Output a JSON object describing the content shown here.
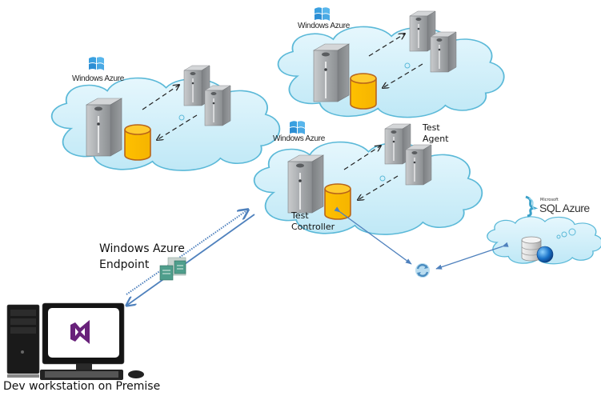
{
  "diagram": {
    "title": "Windows Azure load test topology",
    "clouds": [
      {
        "id": "cloud-top-left",
        "provider_label": "Windows Azure"
      },
      {
        "id": "cloud-top-right",
        "provider_label": "Windows Azure"
      },
      {
        "id": "cloud-middle",
        "provider_label": "Windows Azure",
        "controller_label_line1": "Test",
        "controller_label_line2": "Controller",
        "agent_label_line1": "Test",
        "agent_label_line2": "Agent"
      }
    ],
    "sql_cloud": {
      "vendor_label": "Microsoft",
      "product_label": "SQL Azure"
    },
    "endpoint": {
      "label_line1": "Windows Azure",
      "label_line2": "Endpoint"
    },
    "workstation": {
      "label": "Dev workstation on Premise"
    },
    "colors": {
      "cloud_fill": "#cdeef9",
      "cloud_stroke": "#5bb9d8",
      "database_fill": "#ffc000",
      "database_stroke": "#b8651b",
      "connector": "#4f81bd",
      "vs_purple": "#68217a"
    }
  }
}
